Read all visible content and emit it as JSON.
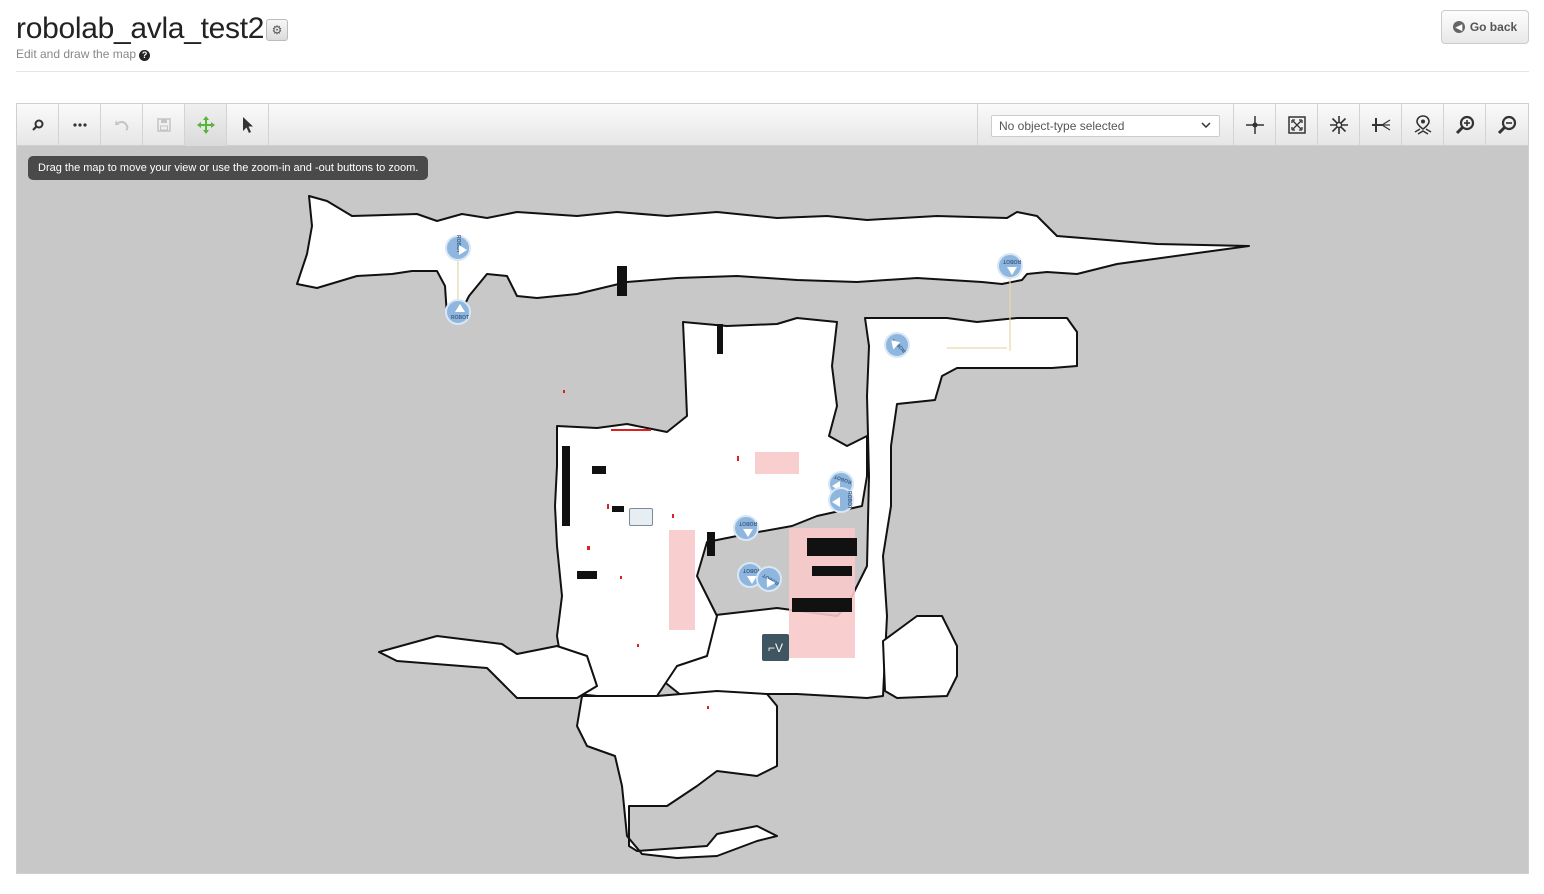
{
  "header": {
    "title": "robolab_avla_test2",
    "subtitle": "Edit and draw the map",
    "go_back_label": "Go back"
  },
  "toolbar": {
    "left_tools": [
      {
        "name": "search-tool",
        "icon": "magnifier-icon",
        "enabled": true
      },
      {
        "name": "more-tool",
        "icon": "ellipsis-icon",
        "enabled": true
      },
      {
        "name": "undo-tool",
        "icon": "undo-icon",
        "enabled": false
      },
      {
        "name": "save-tool",
        "icon": "floppy-icon",
        "enabled": false
      },
      {
        "name": "pan-tool",
        "icon": "move-arrows-icon",
        "enabled": true,
        "active": true
      },
      {
        "name": "select-tool",
        "icon": "pointer-icon",
        "enabled": true
      }
    ],
    "object_type_select": {
      "selected": "No object-type selected"
    },
    "right_tools": [
      {
        "name": "crosshair-tool",
        "icon": "crosshair-icon"
      },
      {
        "name": "fit-tool",
        "icon": "expand-icon"
      },
      {
        "name": "burst-tool",
        "icon": "asterisk-icon"
      },
      {
        "name": "laser-tool",
        "icon": "laser-icon"
      },
      {
        "name": "position-tool",
        "icon": "map-pin-icon"
      },
      {
        "name": "zoom-in-tool",
        "icon": "zoom-in-icon"
      },
      {
        "name": "zoom-out-tool",
        "icon": "zoom-out-icon"
      }
    ]
  },
  "map": {
    "hint": "Drag the map to move your view or use the zoom-in and -out buttons to zoom.",
    "robot_label": "ROBOT",
    "colors": {
      "background": "#c8c8c8",
      "free": "#ffffff",
      "wall": "#000000",
      "forbidden": "#f7c9c9",
      "robot": "#8fb6de",
      "dock": "#3f5561"
    }
  }
}
